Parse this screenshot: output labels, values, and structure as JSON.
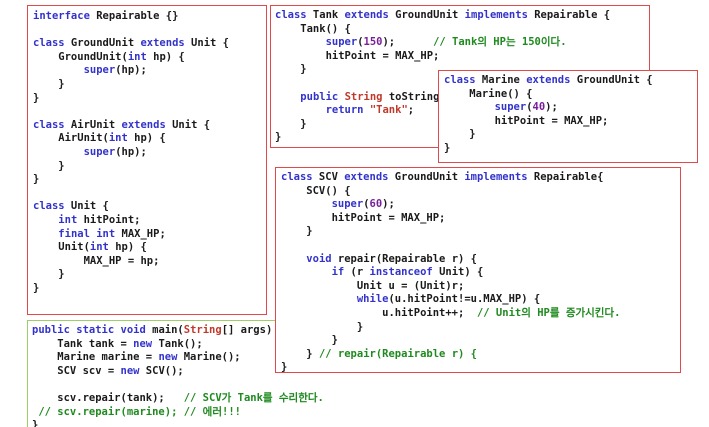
{
  "left_box": [
    [
      [
        "kw",
        "interface"
      ],
      [
        "t",
        " Repairable {}"
      ]
    ],
    [
      [
        "t",
        ""
      ]
    ],
    [
      [
        "kw",
        "class"
      ],
      [
        "t",
        " GroundUnit "
      ],
      [
        "kw",
        "extends"
      ],
      [
        "t",
        " Unit {"
      ]
    ],
    [
      [
        "t",
        "    GroundUnit("
      ],
      [
        "kw",
        "int"
      ],
      [
        "t",
        " hp) {"
      ]
    ],
    [
      [
        "t",
        "        "
      ],
      [
        "kw",
        "super"
      ],
      [
        "t",
        "(hp);"
      ]
    ],
    [
      [
        "t",
        "    }"
      ]
    ],
    [
      [
        "t",
        "}"
      ]
    ],
    [
      [
        "t",
        ""
      ]
    ],
    [
      [
        "kw",
        "class"
      ],
      [
        "t",
        " AirUnit "
      ],
      [
        "kw",
        "extends"
      ],
      [
        "t",
        " Unit {"
      ]
    ],
    [
      [
        "t",
        "    AirUnit("
      ],
      [
        "kw",
        "int"
      ],
      [
        "t",
        " hp) {"
      ]
    ],
    [
      [
        "t",
        "        "
      ],
      [
        "kw",
        "super"
      ],
      [
        "t",
        "(hp);"
      ]
    ],
    [
      [
        "t",
        "    }"
      ]
    ],
    [
      [
        "t",
        "}"
      ]
    ],
    [
      [
        "t",
        ""
      ]
    ],
    [
      [
        "kw",
        "class"
      ],
      [
        "t",
        " Unit {"
      ]
    ],
    [
      [
        "t",
        "    "
      ],
      [
        "kw",
        "int"
      ],
      [
        "t",
        " hitPoint;"
      ]
    ],
    [
      [
        "t",
        "    "
      ],
      [
        "kw",
        "final"
      ],
      [
        "t",
        " "
      ],
      [
        "kw",
        "int"
      ],
      [
        "t",
        " MAX_HP;"
      ]
    ],
    [
      [
        "t",
        "    Unit("
      ],
      [
        "kw",
        "int"
      ],
      [
        "t",
        " hp) {"
      ]
    ],
    [
      [
        "t",
        "        MAX_HP = hp;"
      ]
    ],
    [
      [
        "t",
        "    }"
      ]
    ],
    [
      [
        "t",
        "}"
      ]
    ]
  ],
  "tank_box": [
    [
      [
        "kw",
        "class"
      ],
      [
        "t",
        " Tank "
      ],
      [
        "kw",
        "extends"
      ],
      [
        "t",
        " GroundUnit "
      ],
      [
        "kw",
        "implements"
      ],
      [
        "t",
        " Repairable {"
      ]
    ],
    [
      [
        "t",
        "    Tank() {"
      ]
    ],
    [
      [
        "t",
        "        "
      ],
      [
        "kw",
        "super"
      ],
      [
        "t",
        "("
      ],
      [
        "pm",
        "150"
      ],
      [
        "t",
        ");      "
      ],
      [
        "cm",
        "// Tank의 HP는 150이다."
      ]
    ],
    [
      [
        "t",
        "        hitPoint = MAX_HP;"
      ]
    ],
    [
      [
        "t",
        "    }"
      ]
    ],
    [
      [
        "t",
        ""
      ]
    ],
    [
      [
        "t",
        "    "
      ],
      [
        "kw",
        "public"
      ],
      [
        "t",
        " "
      ],
      [
        "ty",
        "String"
      ],
      [
        "t",
        " toString() {"
      ]
    ],
    [
      [
        "t",
        "        "
      ],
      [
        "kw",
        "return"
      ],
      [
        "t",
        " "
      ],
      [
        "st",
        "\"Tank\""
      ],
      [
        "t",
        ";"
      ]
    ],
    [
      [
        "t",
        "    }"
      ]
    ],
    [
      [
        "t",
        "}"
      ]
    ]
  ],
  "marine_box": [
    [
      [
        "kw",
        "class"
      ],
      [
        "t",
        " Marine "
      ],
      [
        "kw",
        "extends"
      ],
      [
        "t",
        " GroundUnit {"
      ]
    ],
    [
      [
        "t",
        "    Marine() {"
      ]
    ],
    [
      [
        "t",
        "        "
      ],
      [
        "kw",
        "super"
      ],
      [
        "t",
        "("
      ],
      [
        "pm",
        "40"
      ],
      [
        "t",
        ");"
      ]
    ],
    [
      [
        "t",
        "        hitPoint = MAX_HP;"
      ]
    ],
    [
      [
        "t",
        "    }"
      ]
    ],
    [
      [
        "t",
        "}"
      ]
    ]
  ],
  "scv_box": [
    [
      [
        "kw",
        "class"
      ],
      [
        "t",
        " SCV "
      ],
      [
        "kw",
        "extends"
      ],
      [
        "t",
        " GroundUnit "
      ],
      [
        "kw",
        "implements"
      ],
      [
        "t",
        " Repairable{"
      ]
    ],
    [
      [
        "t",
        "    SCV() {"
      ]
    ],
    [
      [
        "t",
        "        "
      ],
      [
        "kw",
        "super"
      ],
      [
        "t",
        "("
      ],
      [
        "pm",
        "60"
      ],
      [
        "t",
        ");"
      ]
    ],
    [
      [
        "t",
        "        hitPoint = MAX_HP;"
      ]
    ],
    [
      [
        "t",
        "    }"
      ]
    ],
    [
      [
        "t",
        ""
      ]
    ],
    [
      [
        "t",
        "    "
      ],
      [
        "kw",
        "void"
      ],
      [
        "t",
        " repair(Repairable r) {"
      ]
    ],
    [
      [
        "t",
        "        "
      ],
      [
        "kw",
        "if"
      ],
      [
        "t",
        " (r "
      ],
      [
        "kw",
        "instanceof"
      ],
      [
        "t",
        " Unit) {"
      ]
    ],
    [
      [
        "t",
        "            Unit u = (Unit)r;"
      ]
    ],
    [
      [
        "t",
        "            "
      ],
      [
        "kw",
        "while"
      ],
      [
        "t",
        "(u.hitPoint!=u.MAX_HP) {"
      ]
    ],
    [
      [
        "t",
        "                u.hitPoint++;  "
      ],
      [
        "cm",
        "// Unit의 HP를 증가시킨다."
      ]
    ],
    [
      [
        "t",
        "            }"
      ]
    ],
    [
      [
        "t",
        "        }"
      ]
    ],
    [
      [
        "t",
        "    } "
      ],
      [
        "cm",
        "// repair(Repairable r) {"
      ]
    ],
    [
      [
        "t",
        "}"
      ]
    ]
  ],
  "main_box": [
    [
      [
        "kw",
        "public"
      ],
      [
        "t",
        " "
      ],
      [
        "kw",
        "static"
      ],
      [
        "t",
        " "
      ],
      [
        "kw",
        "void"
      ],
      [
        "t",
        " main("
      ],
      [
        "ty",
        "String"
      ],
      [
        "t",
        "[] args) {"
      ]
    ],
    [
      [
        "t",
        "    Tank tank = "
      ],
      [
        "kw",
        "new"
      ],
      [
        "t",
        " Tank();"
      ]
    ],
    [
      [
        "t",
        "    Marine marine = "
      ],
      [
        "kw",
        "new"
      ],
      [
        "t",
        " Marine();"
      ]
    ],
    [
      [
        "t",
        "    SCV scv = "
      ],
      [
        "kw",
        "new"
      ],
      [
        "t",
        " SCV();"
      ]
    ],
    [
      [
        "t",
        ""
      ]
    ],
    [
      [
        "t",
        "    scv.repair(tank);   "
      ],
      [
        "cm",
        "// SCV가 Tank를 수리한다."
      ]
    ],
    [
      [
        "cm",
        " // scv.repair(marine); // 에러!!!"
      ]
    ],
    [
      [
        "t",
        "}"
      ]
    ]
  ]
}
